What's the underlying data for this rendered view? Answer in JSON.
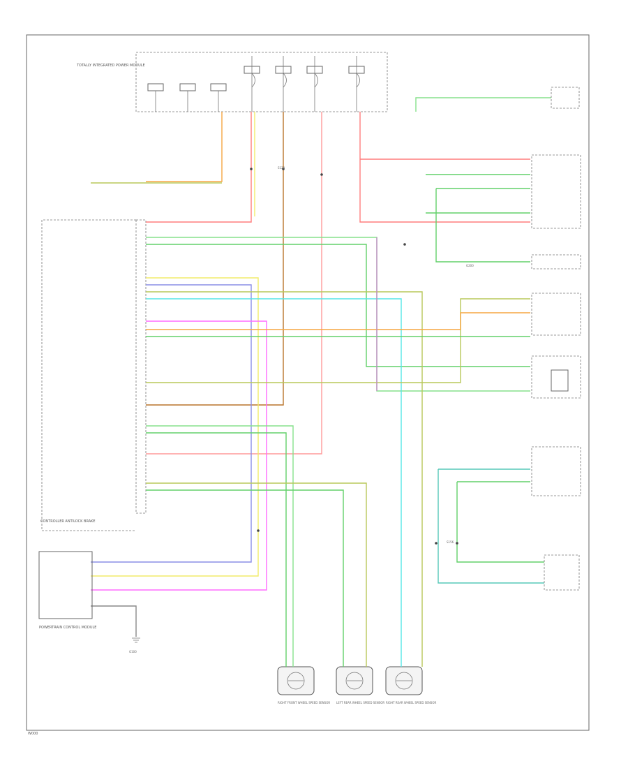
{
  "colors": {
    "red": "#ff7d7d",
    "pink": "#ff9a9a",
    "yellow": "#f2ec6a",
    "green": "#62d06a",
    "lightgreen": "#86e08c",
    "olive": "#b8c85a",
    "orange": "#f5a640",
    "brown": "#b8742a",
    "violet": "#c48ac8",
    "magenta": "#ff6bff",
    "cyan": "#56e6e6",
    "blue": "#8a8ee6",
    "teal": "#56c8b8",
    "gray": "#888888"
  },
  "labels": {
    "totally_integrated_pdc": "TOTALLY INTEGRATED POWER MODULE",
    "controller_antilock": "CONTROLLER ANTILOCK BRAKE",
    "power_steering": "POWERTRAIN CONTROL MODULE",
    "gnd_left": "G100",
    "gnd_right": "G200",
    "splice_s1": "S120",
    "splice_s2": "S156",
    "footer_code": "W000"
  },
  "sensors": [
    {
      "name": "RIGHT FRONT WHEEL SPEED SENSOR"
    },
    {
      "name": "LEFT REAR WHEEL SPEED SENSOR"
    },
    {
      "name": "RIGHT REAR WHEEL SPEED SENSOR"
    }
  ]
}
